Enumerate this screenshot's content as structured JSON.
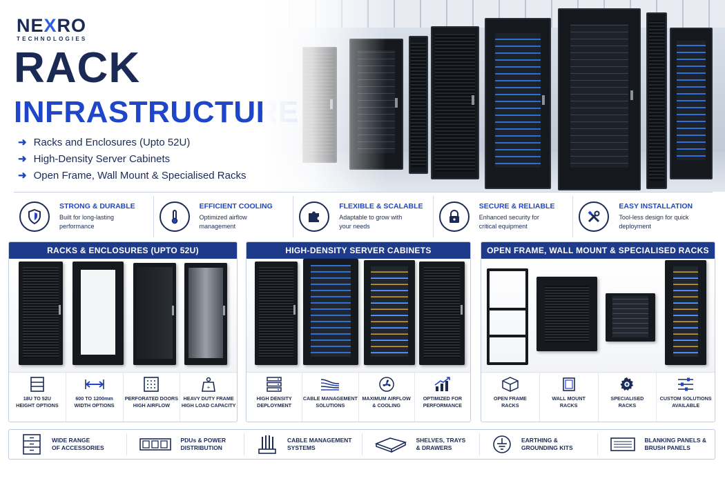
{
  "brand": {
    "name_part1": "NE",
    "name_x": "X",
    "name_part2": "RO",
    "tagline": "TECHNOLOGIES"
  },
  "hero": {
    "title_line1": "RACK",
    "title_line2": "INFRASTRUCTURE",
    "bullets": [
      "Racks and Enclosures (Upto 52U)",
      "High-Density Server Cabinets",
      "Open Frame, Wall Mount & Specialised Racks"
    ]
  },
  "features": [
    {
      "icon": "shield-icon",
      "title": "STRONG & DURABLE",
      "desc": "Built for long-lasting performance"
    },
    {
      "icon": "thermometer-icon",
      "title": "EFFICIENT COOLING",
      "desc": "Optimized airflow management"
    },
    {
      "icon": "puzzle-icon",
      "title": "FLEXIBLE & SCALABLE",
      "desc": "Adaptable to grow with your needs"
    },
    {
      "icon": "lock-icon",
      "title": "SECURE & RELIABLE",
      "desc": "Enhanced security for critical equipment"
    },
    {
      "icon": "tools-icon",
      "title": "EASY INSTALLATION",
      "desc": "Tool-less design for quick deployment"
    }
  ],
  "panels": [
    {
      "title": "RACKS & ENCLOSURES (UPTO 52U)",
      "items": [
        {
          "icon": "rack-units-icon",
          "line1": "18U TO 52U",
          "line2": "HEIGHT OPTIONS"
        },
        {
          "icon": "width-arrow-icon",
          "line1": "600 TO 1200mm",
          "line2": "WIDTH OPTIONS"
        },
        {
          "icon": "perforated-grid-icon",
          "line1": "PERFORATED DOORS",
          "line2": "HIGH AIRFLOW"
        },
        {
          "icon": "weight-icon",
          "line1": "HEAVY DUTY FRAME",
          "line2": "HIGH LOAD CAPACITY"
        }
      ]
    },
    {
      "title": "HIGH-DENSITY SERVER CABINETS",
      "items": [
        {
          "icon": "server-stack-icon",
          "line1": "HIGH DENSITY",
          "line2": "DEPLOYMENT"
        },
        {
          "icon": "cable-icon",
          "line1": "CABLE MANAGEMENT",
          "line2": "SOLUTIONS"
        },
        {
          "icon": "fan-icon",
          "line1": "MAXIMUM AIRFLOW",
          "line2": "& COOLING"
        },
        {
          "icon": "growth-chart-icon",
          "line1": "OPTIMIZED FOR",
          "line2": "PERFORMANCE"
        }
      ]
    },
    {
      "title": "OPEN FRAME, WALL MOUNT & SPECIALISED RACKS",
      "items": [
        {
          "icon": "open-frame-cube-icon",
          "line1": "OPEN FRAME",
          "line2": "RACKS"
        },
        {
          "icon": "wall-mount-icon",
          "line1": "WALL MOUNT",
          "line2": "RACKS"
        },
        {
          "icon": "gear-icon",
          "line1": "SPECIALISED",
          "line2": "RACKS"
        },
        {
          "icon": "sliders-icon",
          "line1": "CUSTOM SOLUTIONS",
          "line2": "AVAILABLE"
        }
      ]
    }
  ],
  "accessories": [
    {
      "icon": "drawers-icon",
      "line1": "WIDE RANGE",
      "line2": "OF ACCESSORIES"
    },
    {
      "icon": "pdu-icon",
      "line1": "PDUs & POWER",
      "line2": "DISTRIBUTION"
    },
    {
      "icon": "cable-manager-icon",
      "line1": "CABLE MANAGEMENT",
      "line2": "SYSTEMS"
    },
    {
      "icon": "shelf-tray-icon",
      "line1": "SHELVES, TRAYS",
      "line2": "& DRAWERS"
    },
    {
      "icon": "earthing-icon",
      "line1": "EARTHING &",
      "line2": "GROUNDING KITS"
    },
    {
      "icon": "blanking-panel-icon",
      "line1": "BLANKING PANELS &",
      "line2": "BRUSH PANELS"
    }
  ],
  "colors": {
    "navy": "#1b2a55",
    "accent_blue": "#1f46c8",
    "panel_header": "#1e3a8a"
  }
}
